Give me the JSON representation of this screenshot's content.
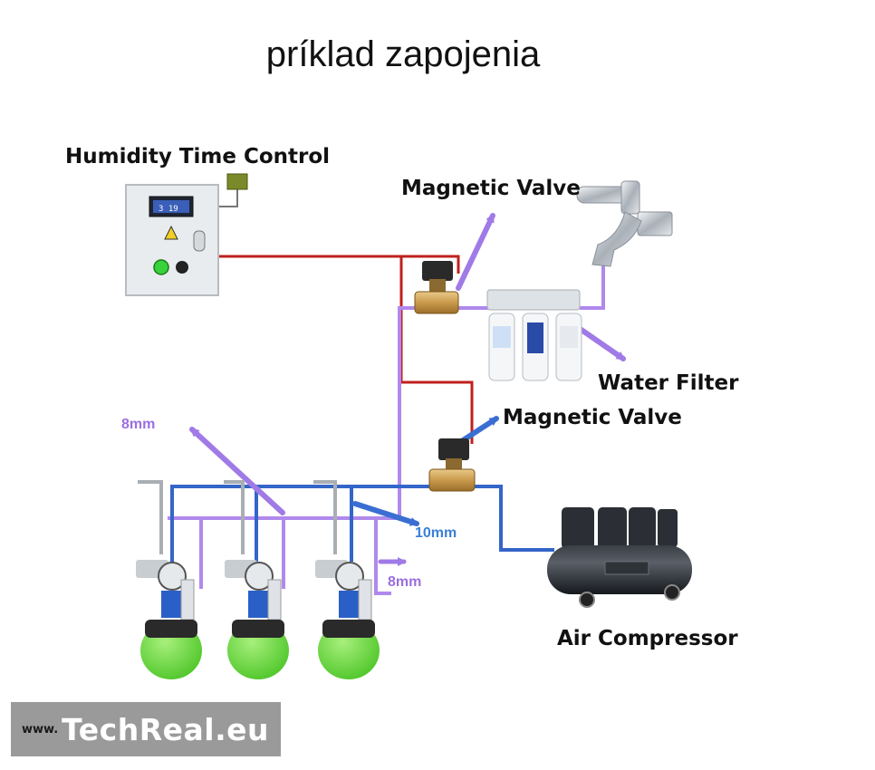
{
  "title": "príklad zapojenia",
  "labels": {
    "humidity_control": "Humidity Time Control",
    "valve_top": "Magnetic Valve",
    "valve_bottom": "Magnetic Valve",
    "water_filter": "Water Filter",
    "air_compressor": "Air Compressor",
    "size_8mm_left": "8mm",
    "size_10mm": "10mm",
    "size_8mm_right": "8mm"
  },
  "watermark": {
    "prefix": "www.",
    "brand": "TechReal.eu"
  },
  "colors": {
    "electric_wire": "#c0201c",
    "water_line": "#b089ec",
    "air_line": "#3465c8",
    "arrow_purple": "#a07ae6",
    "arrow_blue": "#3a6ed2",
    "nozzle_green": "#6fe04a"
  }
}
